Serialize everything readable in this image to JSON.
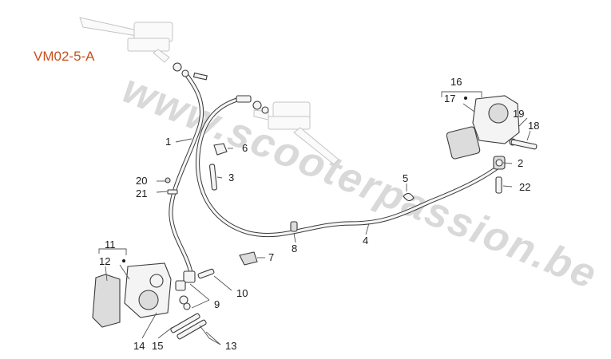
{
  "diagram": {
    "code": "VM02-5-A",
    "watermark": "www.scooterpassion.be",
    "callouts": {
      "p1": "1",
      "p2": "2",
      "p3": "3",
      "p4": "4",
      "p5": "5",
      "p6": "6",
      "p7": "7",
      "p8": "8",
      "p9": "9",
      "p10": "10",
      "p11": "11",
      "p12": "12",
      "p13": "13",
      "p14": "14",
      "p15": "15",
      "p16": "16",
      "p17": "17",
      "p18": "18",
      "p19": "19",
      "p20": "20",
      "p21": "21",
      "p22": "22"
    }
  }
}
